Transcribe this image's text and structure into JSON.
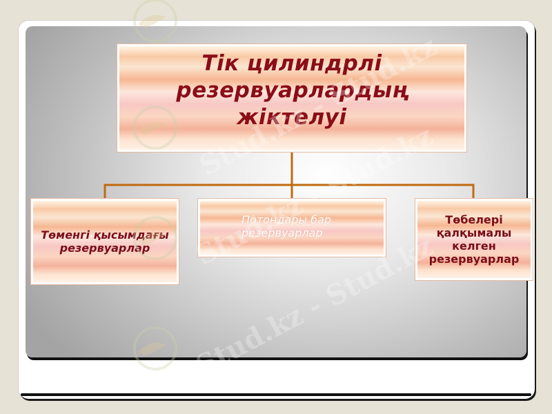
{
  "diagram": {
    "title": "Тік цилиндрлі резервуарлардың жіктелуі",
    "children": [
      {
        "label": "Төменгі қысымдағы резервуарлар"
      },
      {
        "label": "Потондары бар резервуарлар"
      },
      {
        "label": "Төбелері қалқымалы келген резервуарлар"
      }
    ],
    "connector_color": "#c06a10"
  },
  "watermark": {
    "text": "Stud.kz - Stud.kz",
    "icon": "hummingbird-logo-icon"
  }
}
